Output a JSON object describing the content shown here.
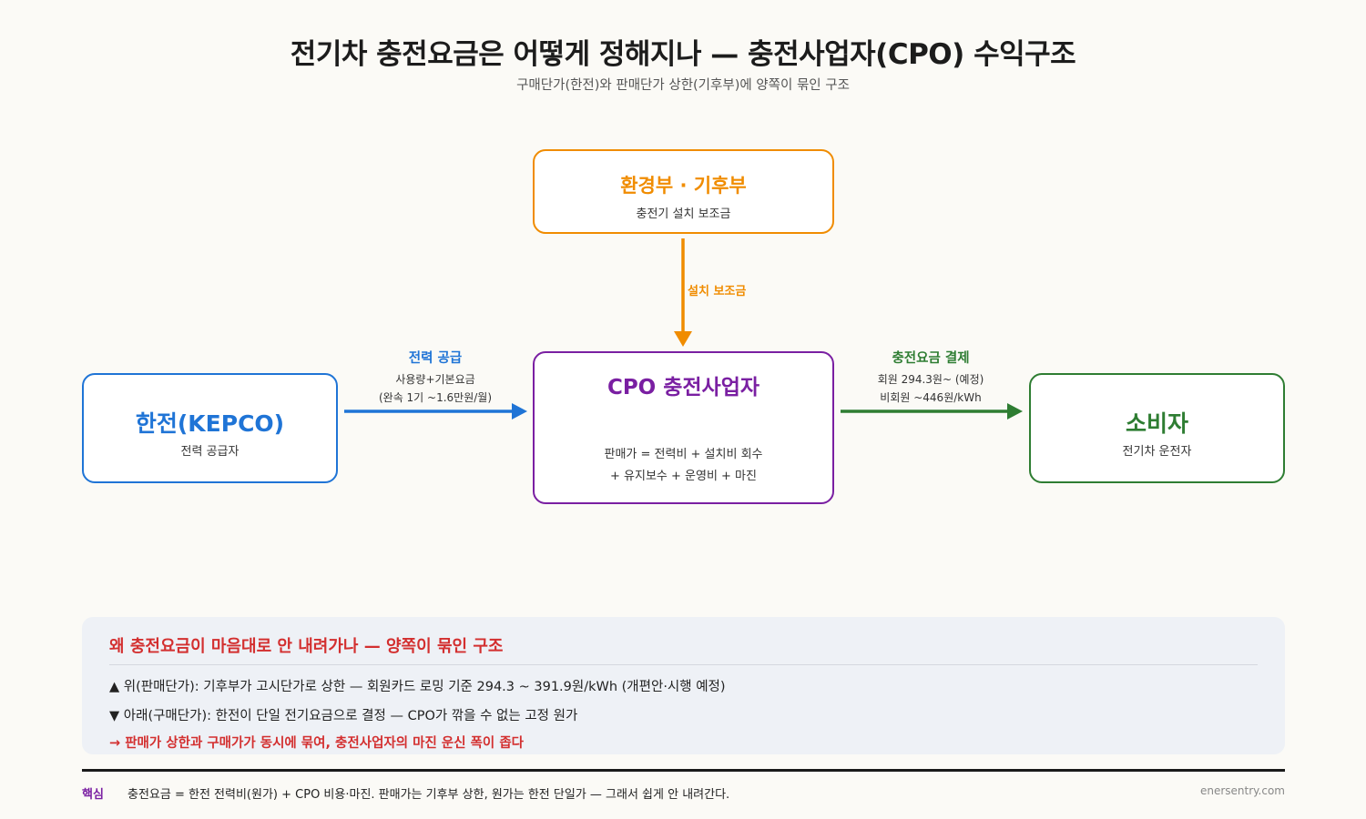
{
  "header": {
    "title": "전기차 충전요금은 어떻게 정해지나 — 충전사업자(CPO) 수익구조",
    "subtitle": "구매단가(한전)와 판매단가 상한(기후부)에 양쪽이 묶인 구조"
  },
  "nodes": {
    "env": {
      "name": "환경부 · 기후부",
      "desc": "충전기 설치 보조금"
    },
    "kepco": {
      "name": "한전(KEPCO)",
      "desc": "전력 공급자"
    },
    "cpo": {
      "name": "CPO 충전사업자",
      "formula_1": "판매가 = 전력비 + 설치비 회수",
      "formula_2": "+ 유지보수 + 운영비 + 마진"
    },
    "consumer": {
      "name": "소비자",
      "desc": "전기차 운전자"
    }
  },
  "edges": {
    "subsidy": {
      "label": "설치 보조금"
    },
    "supply": {
      "label": "전력 공급",
      "detail_1": "사용량+기본요금",
      "detail_2": "(완속 1기 ~1.6만원/월)"
    },
    "payment": {
      "label": "충전요금 결제",
      "detail_1": "회원 294.3원~ (예정)",
      "detail_2": "비회원 ~446원/kWh"
    }
  },
  "colors": {
    "kepco": "#1f74d6",
    "env": "#f08c00",
    "cpo": "#7a1fa2",
    "consumer": "#2e7d32",
    "alert": "#d32f2f"
  },
  "panel": {
    "title": "왜 충전요금이 마음대로 안 내려가나 — 양쪽이 묶인 구조",
    "line_1": "▲ 위(판매단가):  기후부가 고시단가로 상한 — 회원카드 로밍 기준 294.3 ~ 391.9원/kWh (개편안·시행 예정)",
    "line_2": "▼ 아래(구매단가): 한전이 단일 전기요금으로 결정 — CPO가 깎을 수 없는 고정 원가",
    "line_3": "→ 판매가 상한과 구매가가 동시에 묶여, 충전사업자의 마진 운신 폭이 좁다"
  },
  "footer": {
    "key": "핵심",
    "text": "충전요금 = 한전 전력비(원가) + CPO 비용·마진. 판매가는 기후부 상한, 원가는 한전 단일가 — 그래서 쉽게 안 내려간다.",
    "site": "enersentry.com"
  }
}
